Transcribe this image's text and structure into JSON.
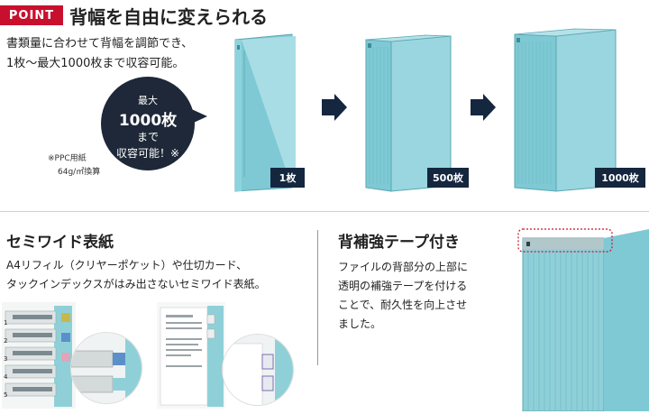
{
  "point": {
    "badge": "POINT",
    "title": "背幅を自由に変えられる"
  },
  "description": {
    "line1": "書類量に合わせて背幅を調節でき、",
    "line2": "1枚～最大1000枚まで収容可能。"
  },
  "bubble": {
    "line1": "最大",
    "line2": "1000枚",
    "line3": "まで",
    "line4": "収容可能！※"
  },
  "note": {
    "line1": "※PPC用紙",
    "line2": "64g/㎡換算"
  },
  "capacities": [
    {
      "label": "1枚"
    },
    {
      "label": "500枚"
    },
    {
      "label": "1000枚"
    }
  ],
  "semi_wide": {
    "title": "セミワイド表紙",
    "line1": "A4リフィル（クリヤーポケット）や仕切カード、",
    "line2": "タックインデックスがはみ出さないセミワイド表紙。"
  },
  "tape": {
    "title": "背補強テープ付き",
    "line1": "ファイルの背部分の上部に",
    "line2": "透明の補強テープを付ける",
    "line3": "ことで、耐久性を向上させ",
    "line4": "ました。"
  },
  "index_numbers": [
    "1",
    "2",
    "3",
    "4",
    "5"
  ],
  "colors": {
    "accent": "#c8102e",
    "navy": "#15263f",
    "binder": "#7ec9d4"
  }
}
